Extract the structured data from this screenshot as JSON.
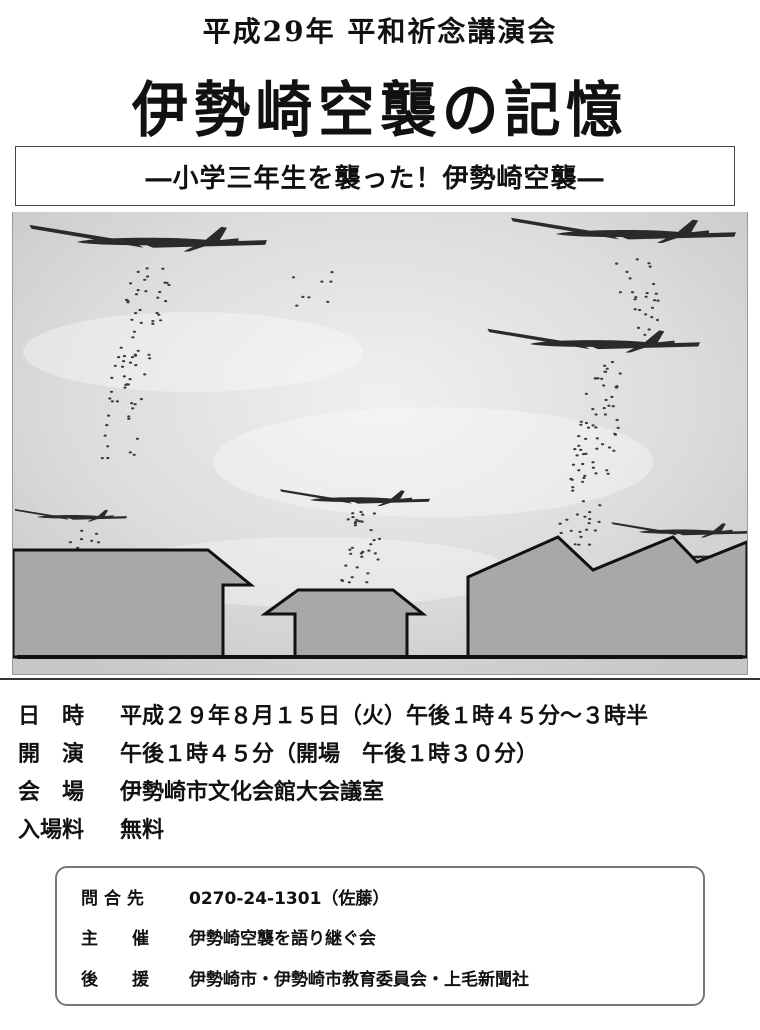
{
  "header": {
    "title": "平成29年 平和祈念講演会",
    "main_title": "伊勢崎空襲の記憶",
    "subtitle": "―小学三年生を襲った！伊勢崎空襲―"
  },
  "event": {
    "datetime_label": "日　時",
    "datetime_value": "平成２９年８月１５日（火）午後１時４５分～３時半",
    "start_label": "開　演",
    "start_value": "午後１時４５分（開場　午後１時３０分）",
    "venue_label": "会　場",
    "venue_value": "伊勢崎市文化会館大会議室",
    "fee_label": "入場料",
    "fee_value": "無料"
  },
  "contact": {
    "inquiry_label": "問 合 先",
    "inquiry_value": "0270-24-1301（佐藤）",
    "organizer_label": "主　　催",
    "organizer_value": "伊勢崎空襲を語り継ぐ会",
    "sponsor_label": "後　　援",
    "sponsor_value": "伊勢崎市・伊勢崎市教育委員会・上毛新聞社"
  },
  "colors": {
    "building_fill": "#a8a8a8",
    "sky_fill": "#e6e6e6",
    "plane_fill": "#2a2a2a"
  }
}
